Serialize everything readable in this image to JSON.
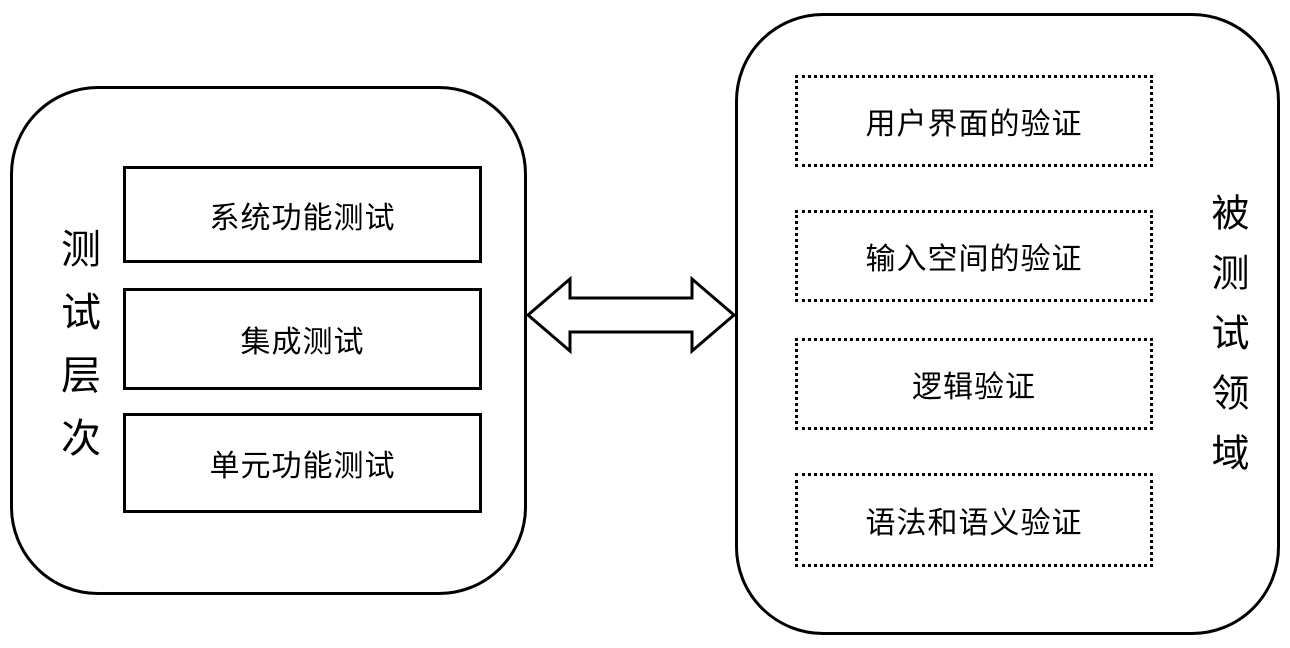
{
  "diagram": {
    "title_hint": "software testing levels vs tested domains",
    "colors": {
      "stroke": "#000000",
      "background": "#ffffff"
    },
    "left_panel": {
      "label": "测试层次",
      "boxes": [
        {
          "label": "系统功能测试"
        },
        {
          "label": "集成测试"
        },
        {
          "label": "单元功能测试"
        }
      ]
    },
    "connector": {
      "type": "double-headed-arrow"
    },
    "right_panel": {
      "label": "被测试领域",
      "boxes": [
        {
          "label": "用户界面的验证"
        },
        {
          "label": "输入空间的验证"
        },
        {
          "label": "逻辑验证"
        },
        {
          "label": "语法和语义验证"
        }
      ]
    }
  }
}
